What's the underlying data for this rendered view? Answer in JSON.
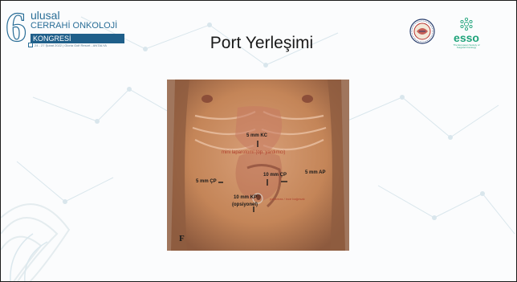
{
  "header": {
    "number": "6",
    "ulusal": "ulusal",
    "cerrahi": "CERRAHİ ONKOLOJİ",
    "kongresi": "KONGRESİ",
    "date_line": "24 - 27 Şubat 2022  |  Gloria Golf Resort - ANTALYA"
  },
  "slide": {
    "title": "Port Yerleşimi"
  },
  "logos": {
    "society": "CERRAHİ ONKOLOJİ DERNEĞİ",
    "esso": "esso",
    "esso_sub": "The European Society of Surgical Oncology"
  },
  "figure": {
    "label_5mm_kc": "5 mm KC",
    "label_mini_lap": "mini laparotomi (op. yardımcı)",
    "label_5mm_cp": "5 mm ÇP",
    "label_10mm_cp": "10 mm ÇP",
    "label_5mm_ap": "5 mm AP",
    "label_10mm_kp": "10 mm KP",
    "label_opsiyonel": "(opsiyonel)",
    "label_red_lower": "pankreas / ince bağırsak",
    "panel_letter": "F"
  },
  "colors": {
    "brand_blue": "#2a6e97",
    "brand_dark": "#1f5f8a",
    "esso_green": "#1fa37a",
    "skin": "#c98a64",
    "annotation_red": "#b0402e"
  }
}
